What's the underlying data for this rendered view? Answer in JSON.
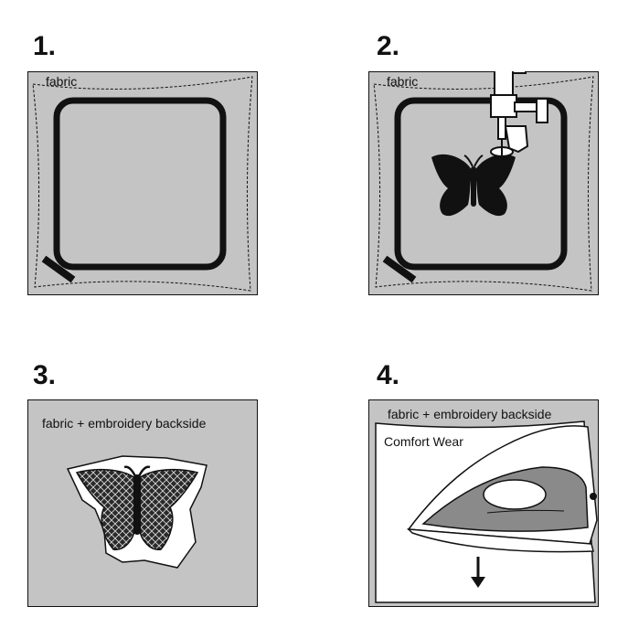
{
  "steps": [
    {
      "number": "1.",
      "label": "fabric"
    },
    {
      "number": "2.",
      "label": "fabric"
    },
    {
      "number": "3.",
      "label": "fabric + embroidery backside"
    },
    {
      "number": "4.",
      "label": "fabric + embroidery backside",
      "sublabel": "Comfort Wear"
    }
  ],
  "colors": {
    "panel_gray": "#c4c4c4",
    "outline": "#111111",
    "hoop": "#111111",
    "iron_body": "#8a8a8a",
    "white": "#ffffff"
  },
  "icons": [
    "embroidery-hoop-icon",
    "sewing-machine-foot-icon",
    "butterfly-icon",
    "crosshatched-butterfly-icon",
    "steam-iron-icon",
    "arrow-down-icon"
  ]
}
